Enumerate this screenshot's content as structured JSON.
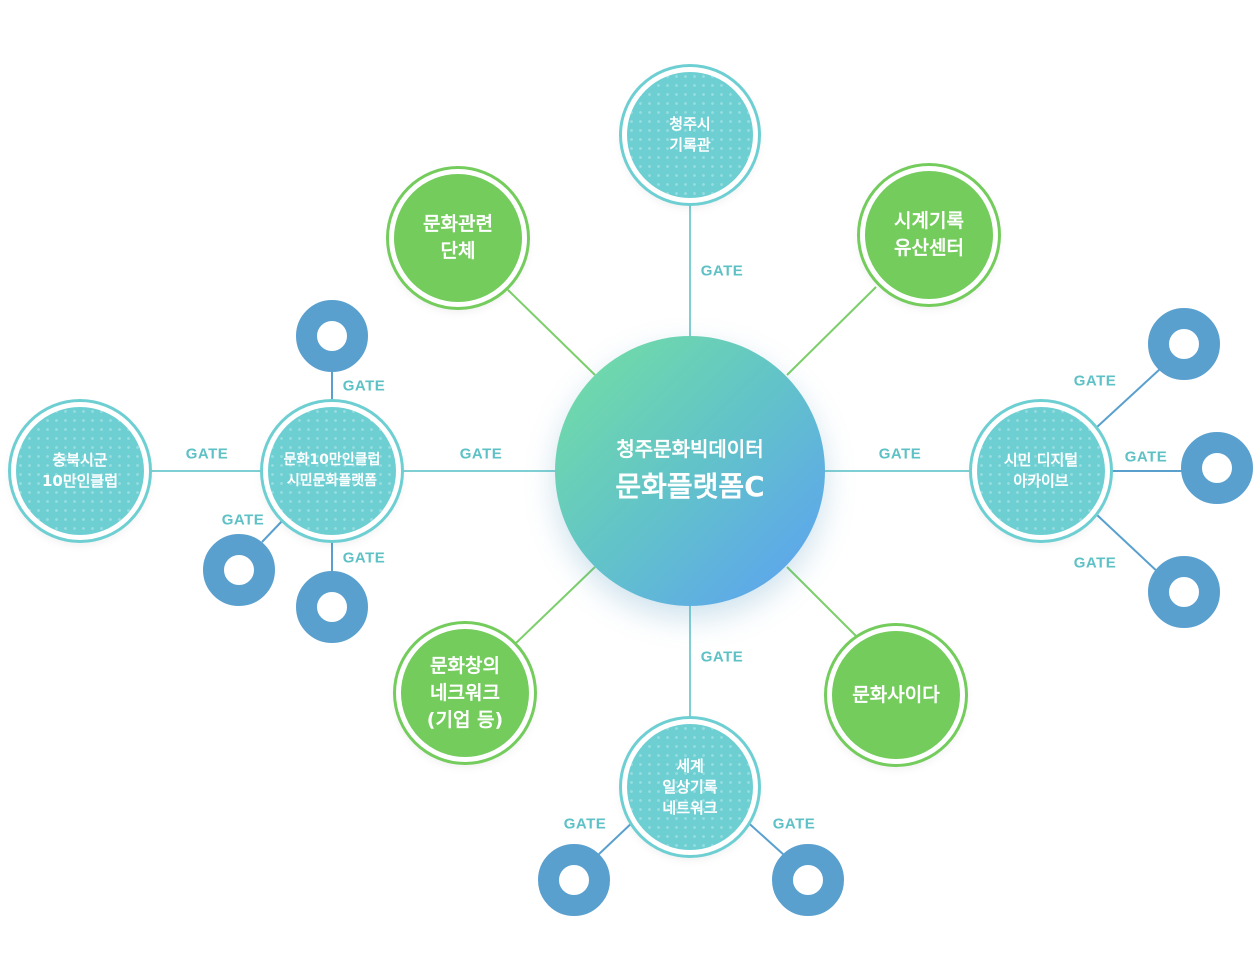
{
  "center": {
    "line1": "청주문화빅데이터",
    "line2": "문화플랫폼C"
  },
  "gate_label": "GATE",
  "nodes": {
    "cheongju_archive": "청주시\n기록관",
    "culture_org": "문화관련\n단체",
    "world_record_center": "시계기록\n유산센터",
    "citizen_digital_archive": "시민 디지털\n아카이브",
    "culture_cider": "문화사이다",
    "world_daily_record": "세계\n일상기록\n네트워크",
    "culture_creative": "문화창의\n네크워크\n(기업 등)",
    "club_platform": "문화10만인클럽\n시민문화플랫폼",
    "chungbuk_club": "충북시군\n10만인클럽"
  },
  "colors": {
    "teal": "#6ecfd3",
    "green": "#73cc5c",
    "ring": "#5aa0cf",
    "gate_text": "#5ec1c6",
    "green_line": "#7ccf6a",
    "teal_line": "#7fd0d4",
    "blue_line": "#5aa0cf"
  }
}
